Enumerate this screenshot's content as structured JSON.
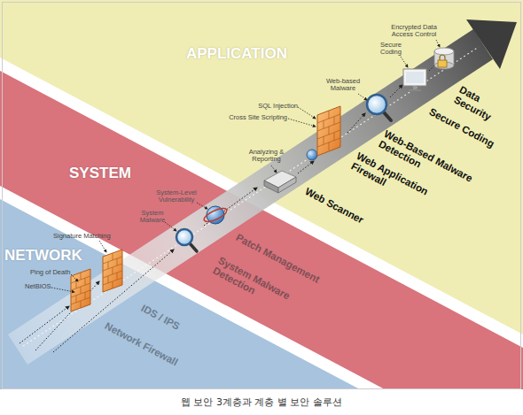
{
  "diagram": {
    "caption": "웹 보안 3계층과 계층 별 보안 솔루션",
    "nodes": [
      {
        "text": [
          "APPLICATION"
        ]
      },
      {
        "text": [
          "SYSTEM"
        ]
      },
      {
        "text": [
          "NETWORK"
        ]
      }
    ],
    "labels": [
      "Encrypted Data Access Control",
      "Secure Coding",
      "Web-based Malware",
      "SQL Injection",
      "Cross Site Scripting",
      "Analyzing & Reporting",
      "Data Security",
      "Secure Coding",
      "Web-Based Malware Detection",
      "Web Application Firewall",
      "Web Scanner",
      "System-Level Vulnerability",
      "System Malware",
      "Signature Matching",
      "Patch Management",
      "System Malware Detection",
      "Ping of Death",
      "NetBIOS",
      "IDS / IPS",
      "Network Firewall"
    ]
  }
}
